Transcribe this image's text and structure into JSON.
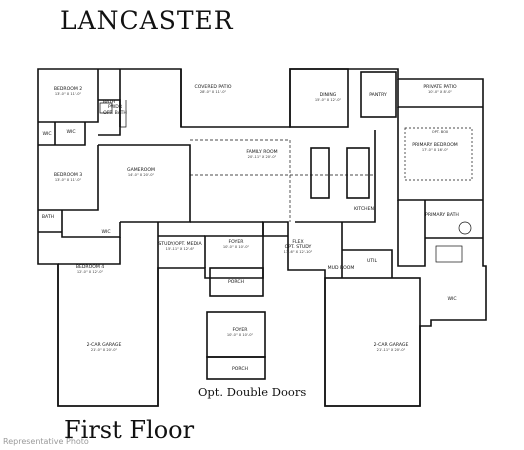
{
  "header": {
    "title": "LANCASTER"
  },
  "footer": {
    "floor_label": "First Floor",
    "watermark": "Representative Photo"
  },
  "option_caption": "Opt. Double Doors",
  "rooms": {
    "bedroom2": {
      "name": "BEDROOM 2",
      "dims": "13'-0\" X 11'-0\""
    },
    "bath_top": {
      "name": "BATH"
    },
    "pwdr": {
      "name": "PWDR"
    },
    "opt_bath": {
      "name": "OPT. BATH"
    },
    "covered_patio": {
      "name": "COVERED PATIO",
      "dims": "28'-0\" X 11'-0\""
    },
    "dining": {
      "name": "DINING",
      "dims": "15'-0\" X 12'-0\""
    },
    "pantry": {
      "name": "PANTRY"
    },
    "private_patio": {
      "name": "PRIVATE PATIO",
      "dims": "10'-0\" X 8'-0\""
    },
    "wic_1": {
      "name": "WIC"
    },
    "wic_2": {
      "name": "WIC"
    },
    "bedroom3": {
      "name": "BEDROOM 3",
      "dims": "13'-0\" X 11'-0\""
    },
    "gameroom": {
      "name": "GAMEROOM",
      "dims": "14'-0\" X 20'-0\""
    },
    "family_room": {
      "name": "FAMILY ROOM",
      "dims": "20'-11\" X 20'-0\""
    },
    "kitchen": {
      "name": "KITCHEN"
    },
    "primary_bedroom": {
      "name": "PRIMARY BEDROOM",
      "dims": "17'-0\" X 16'-0\""
    },
    "opt_box": {
      "name": "OPT. BOX"
    },
    "primary_bath": {
      "name": "PRIMARY BATH"
    },
    "bath_left": {
      "name": "BATH"
    },
    "wic_3": {
      "name": "WIC"
    },
    "bedroom4": {
      "name": "BEDROOM 4",
      "dims": "12'-0\" X 12'-0\""
    },
    "study": {
      "name": "STUDY/OPT. MEDIA",
      "dims": "15'-11\" X 12'-6\""
    },
    "foyer": {
      "name": "FOYER",
      "dims": "10'-0\" X 10'-0\""
    },
    "flex": {
      "name": "FLEX",
      "sub": "OPT. STUDY",
      "dims": "13'-6\" X 12'-10\""
    },
    "mud_room": {
      "name": "MUD ROOM"
    },
    "util": {
      "name": "UTIL"
    },
    "porch": {
      "name": "PORCH"
    },
    "garage_left": {
      "name": "2-CAR GARAGE",
      "dims": "21'-0\" X 20'-0\""
    },
    "garage_right": {
      "name": "2-CAR GARAGE",
      "dims": "21'-11\" X 20'-0\""
    },
    "wic_primary": {
      "name": "WIC"
    },
    "alt_foyer": {
      "name": "FOYER",
      "dims": "10'-0\" X 10'-0\""
    },
    "alt_porch": {
      "name": "PORCH"
    }
  }
}
